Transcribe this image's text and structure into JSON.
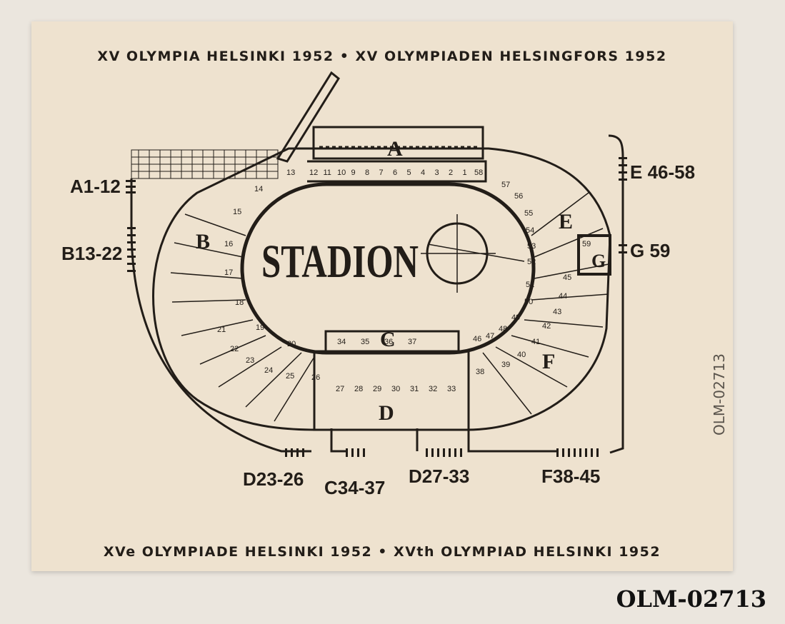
{
  "ticket": {
    "header_top": "XV OLYMPIA HELSINKI 1952 • XV OLYMPIADEN HELSINGFORS 1952",
    "header_bottom": "XVe OLYMPIADE HELSINKI 1952 • XVth OLYMPIAD HELSINKI 1952",
    "stadium_label": "STADION",
    "gate_labels": {
      "a": "A1-12",
      "b": "B13-22",
      "e": "E 46-58",
      "g": "G 59",
      "d1": "D23-26",
      "c": "C34-37",
      "d2": "D27-33",
      "f": "F38-45"
    },
    "section_letters": {
      "a": "A",
      "b": "B",
      "c": "C",
      "d": "D",
      "e": "E",
      "f": "F",
      "g": "G"
    },
    "block_numbers": {
      "a_row": [
        "12",
        "11",
        "10",
        "9",
        "8",
        "7",
        "6",
        "5",
        "4",
        "3",
        "2",
        "1"
      ],
      "b_col": [
        "13",
        "14",
        "15",
        "16",
        "17",
        "18",
        "19",
        "20",
        "21",
        "22",
        "23",
        "24",
        "25",
        "26"
      ],
      "c_row": [
        "34",
        "35",
        "36",
        "37"
      ],
      "d_row": [
        "27",
        "28",
        "29",
        "30",
        "31",
        "32",
        "33"
      ],
      "e_col": [
        "58",
        "57",
        "56",
        "55",
        "54",
        "53",
        "52",
        "51",
        "50",
        "49",
        "48",
        "47",
        "46"
      ],
      "f_col": [
        "45",
        "44",
        "43",
        "42",
        "41",
        "40",
        "39",
        "38"
      ],
      "g": "59"
    },
    "handwritten_number": "OLM-02713"
  },
  "catalog_id": "OLM-02713",
  "colors": {
    "ink": "#221d18",
    "paper": "#eee2cf",
    "background": "#ebe6de"
  }
}
